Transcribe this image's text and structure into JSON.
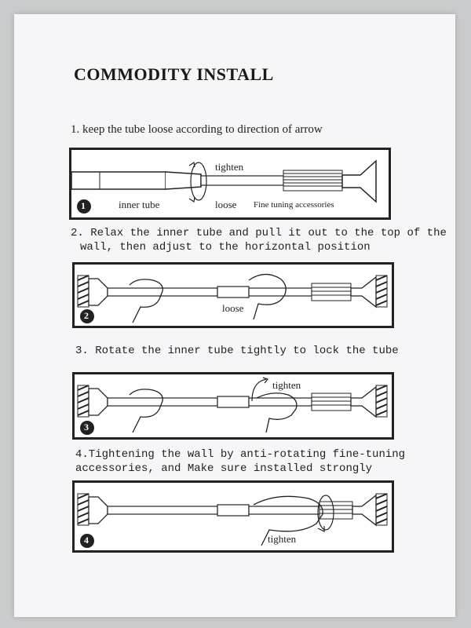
{
  "title": "COMMODITY INSTALL",
  "steps": [
    {
      "text": "1. keep the tube loose according to direction of arrow",
      "number": "1",
      "labels": {
        "tighten": "tighten",
        "inner_tube": "inner tube",
        "loose": "loose",
        "fine_tuning": "Fine tuning accessories"
      }
    },
    {
      "text_line1": "2. Relax the inner tube and pull it out to the top of the",
      "text_line2": "wall, then adjust to the horizontal position",
      "number": "2",
      "labels": {
        "loose": "loose"
      }
    },
    {
      "text": "3. Rotate the inner tube tightly to lock the tube",
      "number": "3",
      "labels": {
        "tighten": "tighten"
      }
    },
    {
      "text_line1": "4.Tightening the wall by anti-rotating fine-tuning",
      "text_line2": "accessories, and Make sure installed strongly",
      "number": "4",
      "labels": {
        "tighten": "tighten"
      }
    }
  ]
}
